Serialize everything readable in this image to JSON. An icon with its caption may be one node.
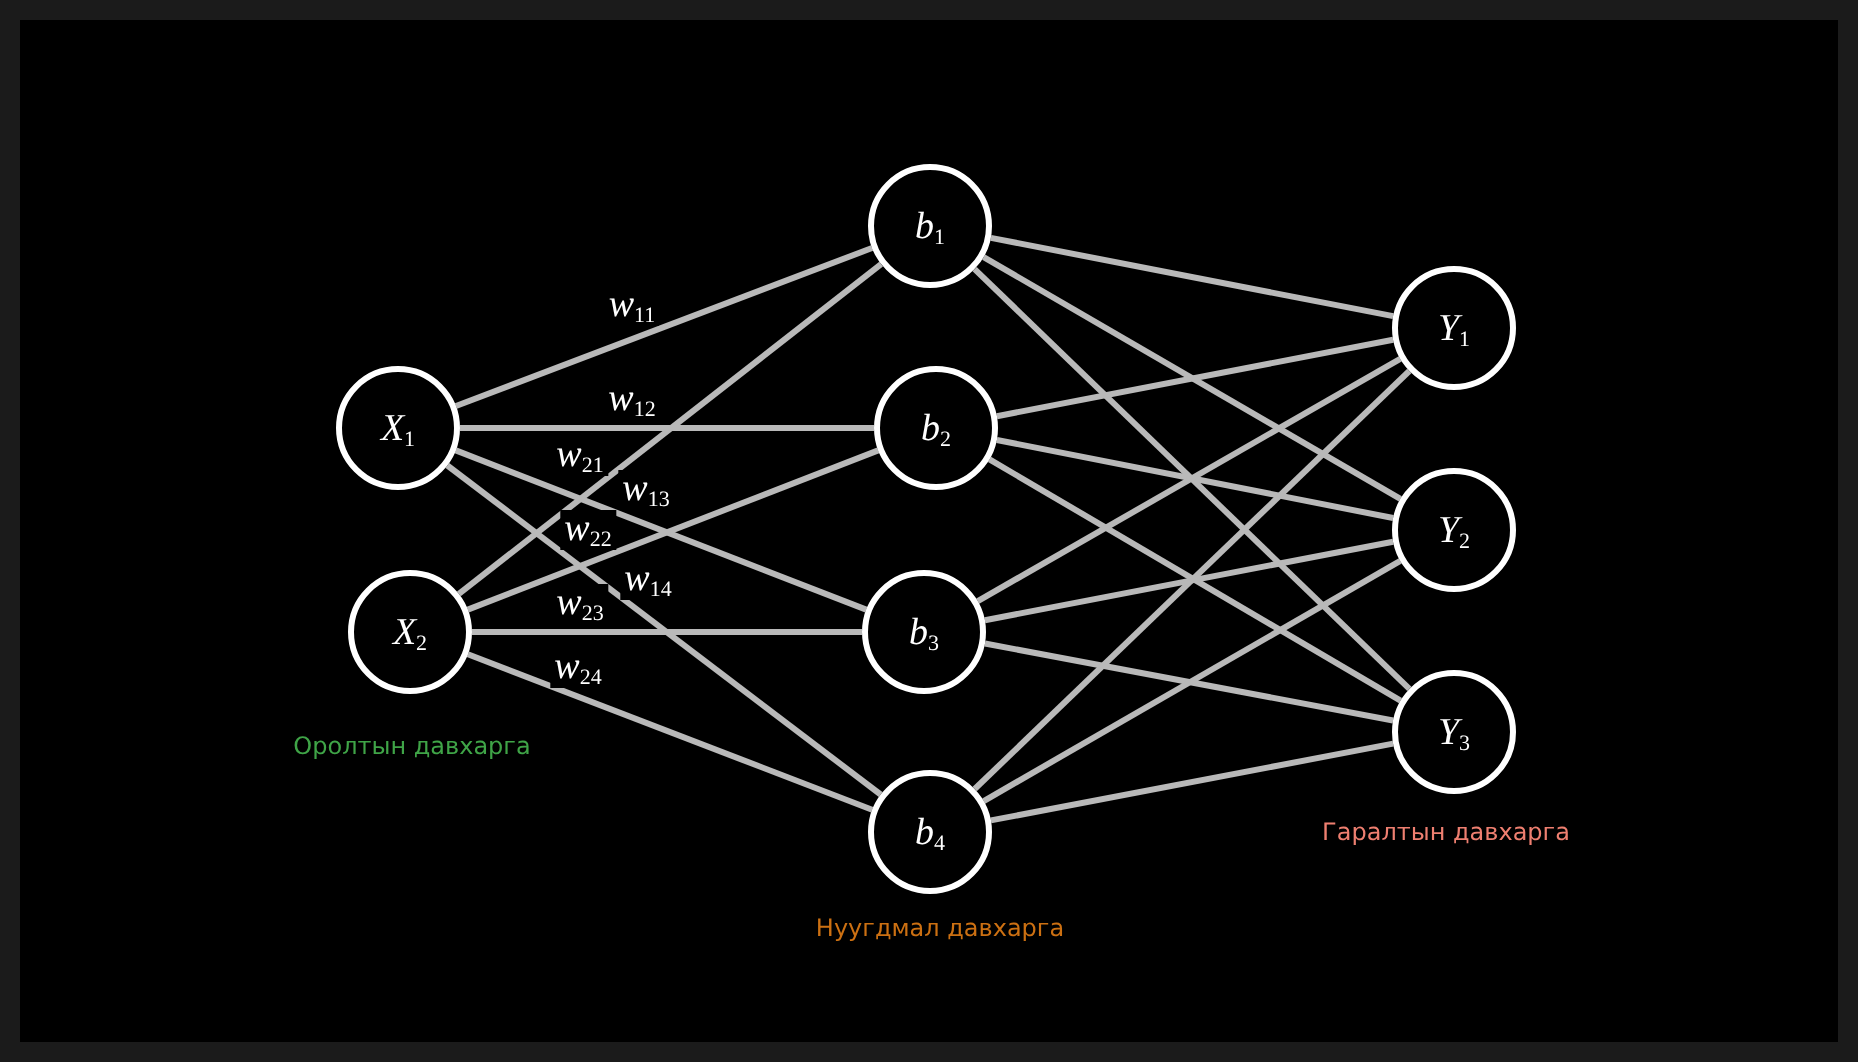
{
  "diagram": {
    "nodes": [
      {
        "text": [
          "X$_{1}$"
        ]
      },
      {
        "text": [
          "X$_{2}$"
        ]
      },
      {
        "text": [
          "b$_{1}$"
        ]
      },
      {
        "text": [
          "b$_{2}$"
        ]
      },
      {
        "text": [
          "b$_{3}$"
        ]
      },
      {
        "text": [
          "b$_{4}$"
        ]
      },
      {
        "text": [
          "Y$_{1}$"
        ]
      },
      {
        "text": [
          "Y$_{2}$"
        ]
      },
      {
        "text": [
          "Y$_{3}$"
        ]
      }
    ],
    "edges": [
      {
        "from": 0,
        "to": 2,
        "arrow": "none",
        "label": "w$_{11}$"
      },
      {
        "from": 0,
        "to": 3,
        "arrow": "none",
        "label": "w$_{12}$"
      },
      {
        "from": 0,
        "to": 4,
        "arrow": "none",
        "label": "w$_{13}$"
      },
      {
        "from": 0,
        "to": 5,
        "arrow": "none",
        "label": "w$_{14}$"
      },
      {
        "from": 1,
        "to": 2,
        "arrow": "none",
        "label": "w$_{21}$"
      },
      {
        "from": 1,
        "to": 3,
        "arrow": "none",
        "label": "w$_{22}$"
      },
      {
        "from": 1,
        "to": 4,
        "arrow": "none",
        "label": "w$_{23}$"
      },
      {
        "from": 1,
        "to": 5,
        "arrow": "none",
        "label": "w$_{24}$"
      },
      {
        "from": 2,
        "to": 6,
        "arrow": "none"
      },
      {
        "from": 2,
        "to": 7,
        "arrow": "none"
      },
      {
        "from": 2,
        "to": 8,
        "arrow": "none"
      },
      {
        "from": 3,
        "to": 6,
        "arrow": "none"
      },
      {
        "from": 3,
        "to": 7,
        "arrow": "none"
      },
      {
        "from": 3,
        "to": 8,
        "arrow": "none"
      },
      {
        "from": 4,
        "to": 6,
        "arrow": "none"
      },
      {
        "from": 4,
        "to": 7,
        "arrow": "none"
      },
      {
        "from": 4,
        "to": 8,
        "arrow": "none"
      },
      {
        "from": 5,
        "to": 6,
        "arrow": "none"
      },
      {
        "from": 5,
        "to": 7,
        "arrow": "none"
      },
      {
        "from": 5,
        "to": 8,
        "arrow": "none"
      }
    ],
    "labels": [
      "Оролтын давхарга",
      "Нуугдмал давхарга",
      "Гаралтын давхарга"
    ]
  }
}
